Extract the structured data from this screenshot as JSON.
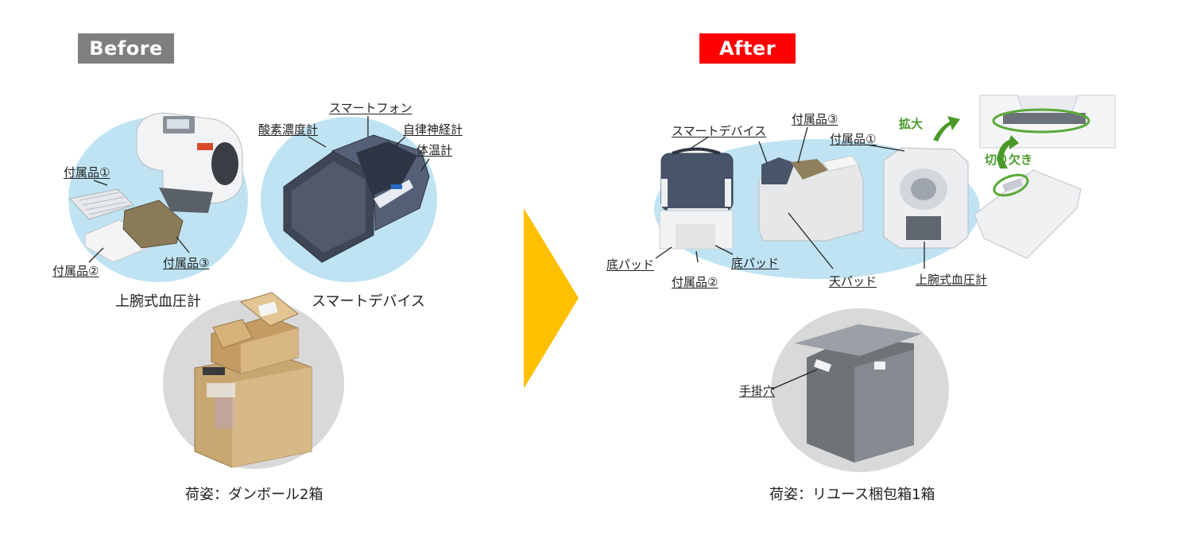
{
  "colors": {
    "before_badge": "#7f7f7f",
    "after_badge": "#ff0000",
    "arrow": "#ffc000",
    "circle_blue": "#bfe3f2",
    "circle_gray": "#d9d9d9",
    "highlight_green": "#5aa83a"
  },
  "before": {
    "badge": "Before",
    "labels": {
      "acc1": "付属品①",
      "acc2": "付属品②",
      "acc3": "付属品③",
      "oxygen": "酸素濃度計",
      "smartphone": "スマートフォン",
      "autonomic": "自律神経計",
      "thermo": "体温計"
    },
    "captions": {
      "bp_monitor": "上腕式血圧計",
      "smart_device": "スマートデバイス",
      "packaging": "荷姿：ダンボール2箱"
    }
  },
  "after": {
    "badge": "After",
    "labels": {
      "smart_device": "スマートデバイス",
      "acc3": "付属品③",
      "acc1": "付属品①",
      "bottom_pad_left": "底パッド",
      "bottom_pad_right": "底パッド",
      "acc2": "付属品②",
      "top_pad": "天パッド",
      "bp_monitor": "上腕式血圧計",
      "zoom": "拡大",
      "notch": "切り欠き",
      "hand_hole": "手掛穴"
    },
    "captions": {
      "packaging": "荷姿：リユース梱包箱1箱"
    }
  }
}
